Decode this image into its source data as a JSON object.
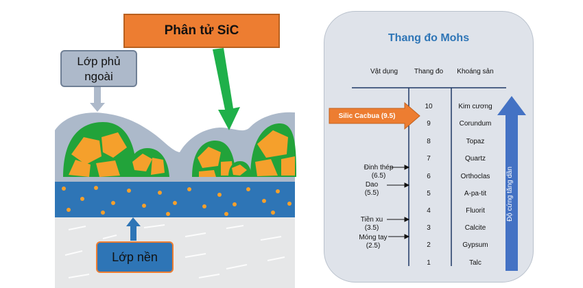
{
  "callouts": {
    "sic_molecule": "Phân tử SiC",
    "outer_coating_line1": "Lớp phủ",
    "outer_coating_line2": "ngoài",
    "base_layer": "Lớp nền"
  },
  "mohs": {
    "title": "Thang đo Mohs",
    "headers": {
      "object": "Vật dụng",
      "scale": "Thang đo",
      "mineral": "Khoáng sản"
    },
    "rows": [
      {
        "value": "10",
        "mineral": "Kim cương"
      },
      {
        "value": "9",
        "mineral": "Corundum"
      },
      {
        "value": "8",
        "mineral": "Topaz"
      },
      {
        "value": "7",
        "mineral": "Quartz"
      },
      {
        "value": "6",
        "mineral": "Orthoclas"
      },
      {
        "value": "5",
        "mineral": "A-pa-tit"
      },
      {
        "value": "4",
        "mineral": "Fluorit"
      },
      {
        "value": "3",
        "mineral": "Calcite"
      },
      {
        "value": "2",
        "mineral": "Gypsum"
      },
      {
        "value": "1",
        "mineral": "Talc"
      }
    ],
    "items": [
      {
        "name": "Đinh thép",
        "hardness": "(6.5)"
      },
      {
        "name": "Dao",
        "hardness": "(5.5)"
      },
      {
        "name": "Tiền xu",
        "hardness": "(3.5)"
      },
      {
        "name": "Móng tay",
        "hardness": "(2.5)"
      }
    ],
    "sic_label": "Silic Cacbua (9.5)",
    "increasing_hardness": "Độ cứng tăng dần"
  },
  "colors": {
    "coating": "#acb9ca",
    "grain_green": "#22a33a",
    "grain_orange": "#f5a02c",
    "base_blue": "#2e75b6",
    "accent_orange": "#ed7d31",
    "mohs_title": "#2e75b6"
  }
}
